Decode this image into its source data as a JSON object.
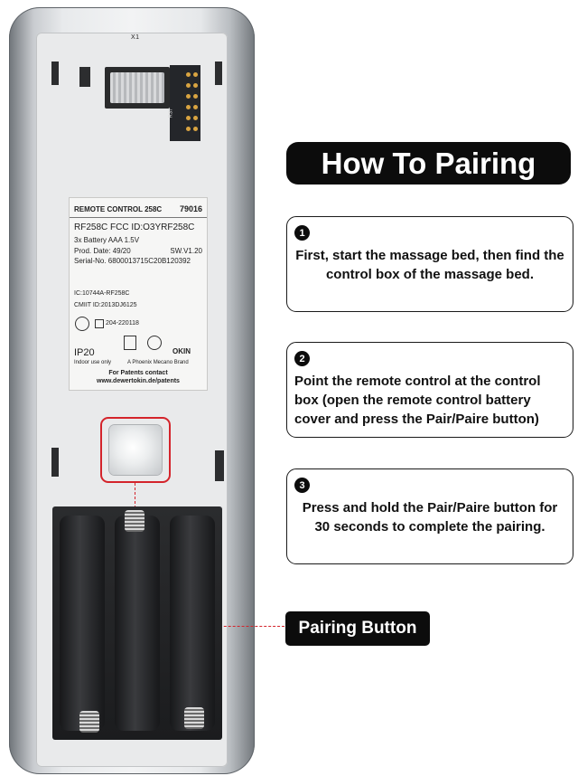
{
  "panel": {
    "title": "How To Pairing",
    "steps": [
      {
        "number": "1",
        "text": "First, start the massage bed, then find the control box of the massage bed."
      },
      {
        "number": "2",
        "text": "Point the remote control at the control box (open the remote control battery cover and press the Pair/Paire button)"
      },
      {
        "number": "3",
        "text": "Press and hold the Pair/Paire button for 30 seconds to complete the pairing."
      }
    ],
    "callout": "Pairing Button"
  },
  "remote": {
    "board_marking": "X1",
    "pcb_marking": "R37",
    "label": {
      "title": "REMOTE CONTROL 258C",
      "number": "79016",
      "fcc": "RF258C FCC ID:O3YRF258C",
      "battery": "3x Battery AAA 1.5V",
      "prod_date": "Prod. Date: 49/20",
      "sw": "SW.V1.20",
      "serial": "Serial-No. 6800013715C20B120392",
      "ic": "IC:10744A-RF258C",
      "cmiit": "CMIIT ID:2013DJ6125",
      "cert": "204-220118",
      "ip": "IP20",
      "indoor": "Indoor use only",
      "brand_line": "A Phoenix Mecano Brand",
      "okin": "OKIN",
      "patents_1": "For Patents contact",
      "patents_2": "www.dewertokin.de/patents"
    }
  },
  "colors": {
    "accent_red": "#d4242b",
    "pill_black": "#0c0c0c"
  }
}
